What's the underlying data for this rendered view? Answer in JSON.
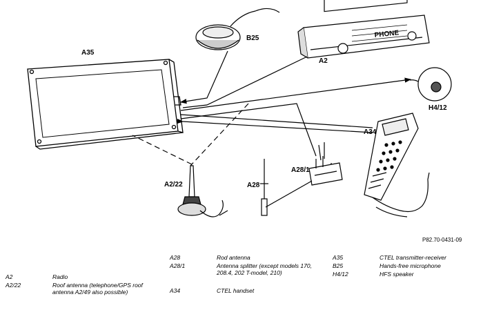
{
  "labels": {
    "a35": "A35",
    "b25": "B25",
    "a2": "A2",
    "h412": "H4/12",
    "a34": "A34",
    "a22": "A2/22",
    "a28": "A28",
    "a281": "A28/1"
  },
  "phone_text": "PHONE",
  "figure_id": "P82.70-0431-09",
  "legend_col1": [
    {
      "code": "A2",
      "desc": "Radio"
    },
    {
      "code": "A2/22",
      "desc": "Roof antenna (telephone/GPS roof antenna A2/49 also possible)"
    }
  ],
  "legend_col2": [
    {
      "code": "A28",
      "desc": "Rod antenna"
    },
    {
      "code": "A28/1",
      "desc": "Antenna splitter (except models 170, 208.4, 202 T-model, 210)"
    },
    {
      "code": "A34",
      "desc": "CTEL handset"
    }
  ],
  "legend_col3": [
    {
      "code": "A35",
      "desc": "CTEL transmitter-receiver"
    },
    {
      "code": "B25",
      "desc": "Hands-free microphone"
    },
    {
      "code": "H4/12",
      "desc": "HFS speaker"
    }
  ]
}
